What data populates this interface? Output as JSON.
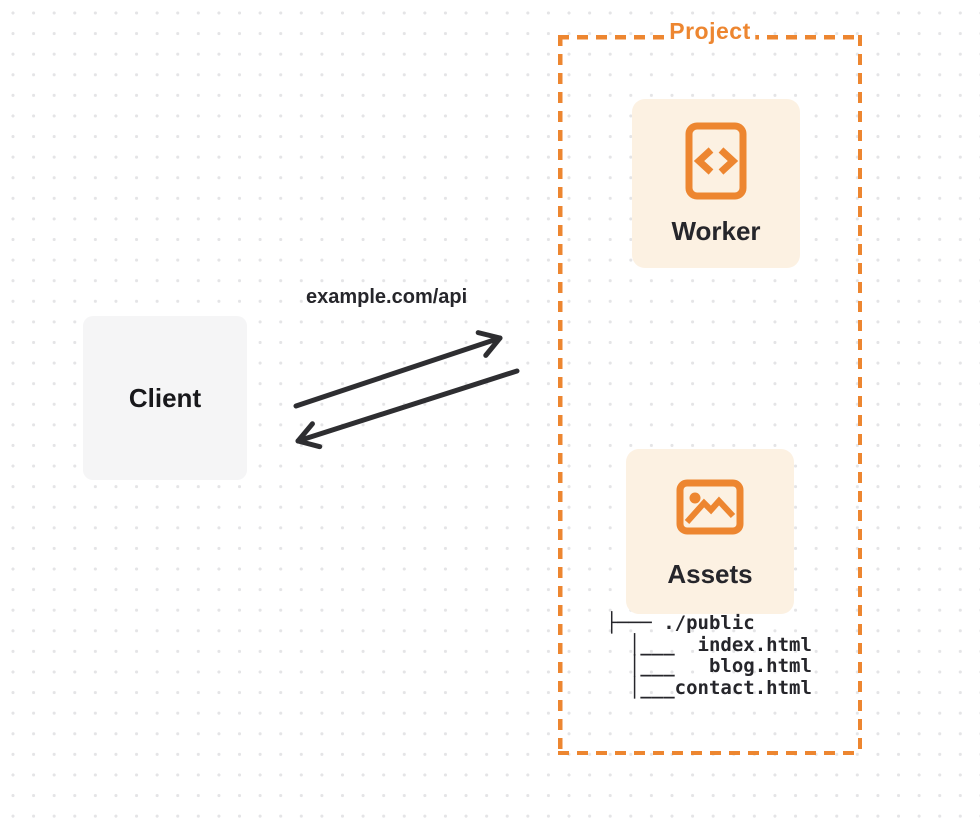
{
  "colors": {
    "accent_orange": "#ED8630",
    "card_fill": "#FCF1E2",
    "client_fill": "#F5F5F6",
    "text_ink": "#26262B",
    "arrow_ink": "#2E2E31",
    "dot_grid": "#E4E4E6"
  },
  "client": {
    "label": "Client"
  },
  "request_arrow": {
    "label": "example.com/api"
  },
  "project": {
    "label": "Project",
    "worker_card": {
      "label": "Worker",
      "icon": "code-document-icon"
    },
    "assets_card": {
      "label": "Assets",
      "icon": "image-icon"
    },
    "file_tree": [
      "├─── ./public",
      "  │___  index.html",
      "  │___   blog.html",
      "  │___contact.html"
    ]
  }
}
